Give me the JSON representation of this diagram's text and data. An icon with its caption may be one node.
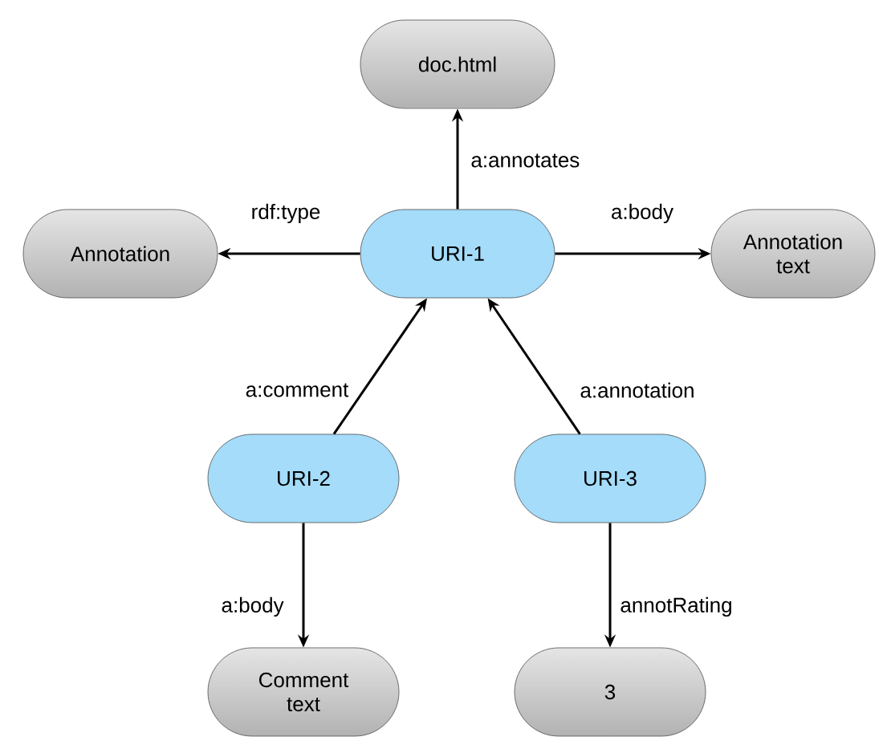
{
  "diagram": {
    "nodes": [
      {
        "text": [
          "doc.html"
        ]
      },
      {
        "text": [
          "Annotation"
        ]
      },
      {
        "text": [
          "URI-1"
        ]
      },
      {
        "text": [
          "Annotation text"
        ]
      },
      {
        "text": [
          "URI-2"
        ]
      },
      {
        "text": [
          "URI-3"
        ]
      },
      {
        "text": [
          "Comment text"
        ]
      },
      {
        "text": [
          "3"
        ]
      }
    ],
    "edges": [
      {
        "from": 2,
        "to": 0,
        "arrow": "to",
        "label": "a:annotates"
      },
      {
        "from": 2,
        "to": 1,
        "arrow": "to",
        "label": "rdf:type"
      },
      {
        "from": 2,
        "to": 3,
        "arrow": "to",
        "label": "a:body"
      },
      {
        "from": 4,
        "to": 2,
        "arrow": "to",
        "label": "a:comment"
      },
      {
        "from": 5,
        "to": 2,
        "arrow": "to",
        "label": "a:annotation"
      },
      {
        "from": 4,
        "to": 6,
        "arrow": "to",
        "label": "a:body"
      },
      {
        "from": 5,
        "to": 7,
        "arrow": "to",
        "label": "annotRating"
      }
    ]
  }
}
